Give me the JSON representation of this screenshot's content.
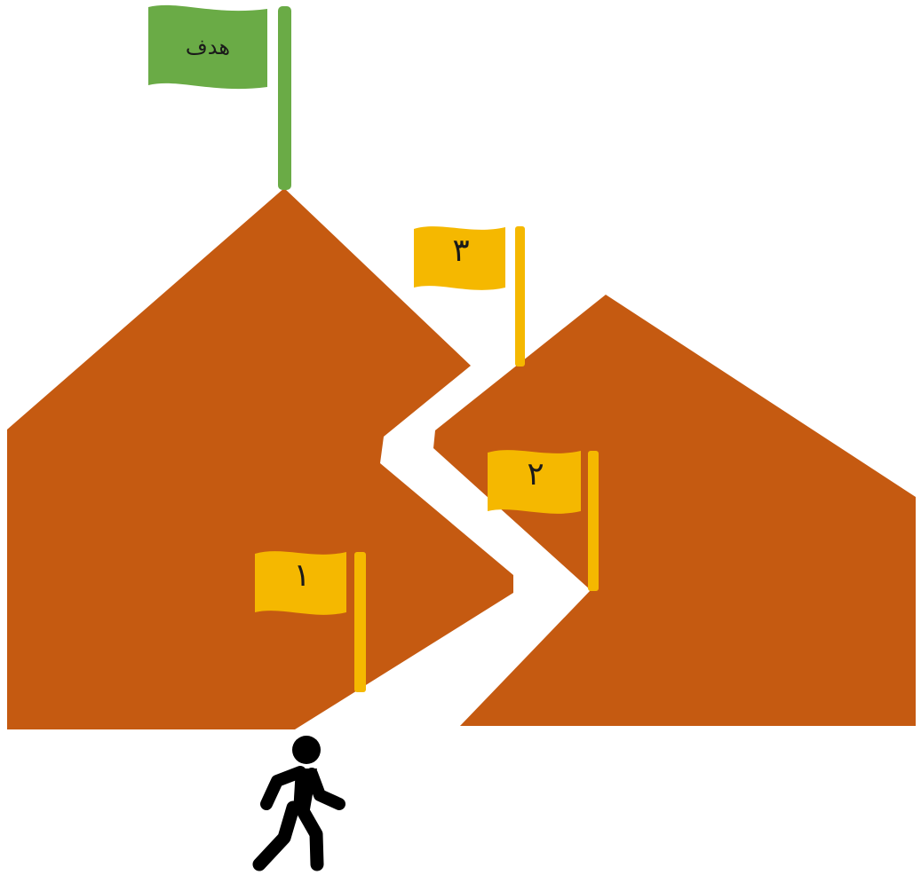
{
  "goal_flag": {
    "label": "هدف",
    "color": "#6AAB46"
  },
  "milestone_flags": [
    {
      "label": "١",
      "color": "#F5B800"
    },
    {
      "label": "٢",
      "color": "#F5B800"
    },
    {
      "label": "٣",
      "color": "#F5B800"
    }
  ],
  "colors": {
    "mountain": "#C55A11",
    "path": "#FFFFFF",
    "walker": "#000000"
  },
  "icons": {
    "walker": "person-walking-icon"
  }
}
